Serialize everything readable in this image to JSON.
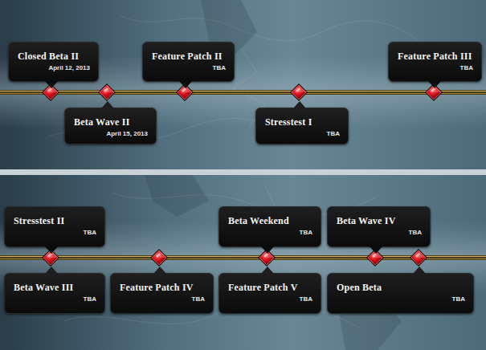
{
  "diagram": {
    "nodes": [
      {
        "text": [
          "Closed Beta II",
          "April 12, 2013"
        ]
      },
      {
        "text": [
          "Beta Wave II",
          "April 15, 2013"
        ]
      },
      {
        "text": [
          "Feature Patch II",
          "TBA"
        ]
      },
      {
        "text": [
          "Stresstest I",
          "TBA"
        ]
      },
      {
        "text": [
          "Feature Patch III",
          "TBA"
        ]
      },
      {
        "text": [
          "Stresstest II",
          "TBA"
        ]
      },
      {
        "text": [
          "Beta Wave III",
          "TBA"
        ]
      },
      {
        "text": [
          "Feature Patch IV",
          "TBA"
        ]
      },
      {
        "text": [
          "Beta Weekend",
          "TBA"
        ]
      },
      {
        "text": [
          "Feature Patch V",
          "TBA"
        ]
      },
      {
        "text": [
          "Beta Wave IV",
          "TBA"
        ]
      },
      {
        "text": [
          "Open Beta",
          "TBA"
        ]
      }
    ]
  }
}
